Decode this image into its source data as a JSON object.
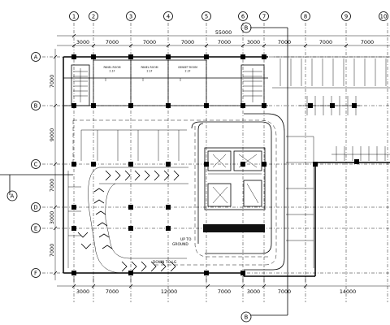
{
  "drawing": {
    "grid_top": [
      "1",
      "2",
      "3",
      "4",
      "5",
      "6",
      "7",
      "8",
      "9",
      "10"
    ],
    "grid_left": [
      "A",
      "B",
      "C",
      "D",
      "E",
      "F"
    ],
    "dim_top": [
      "3000",
      "7000",
      "7000",
      "7000",
      "7000",
      "3000",
      "7000",
      "7000",
      "7000"
    ],
    "dim_overall": "55000",
    "dim_bottom": [
      "3000",
      "7000",
      "12000",
      "7000",
      "3000",
      "7000",
      "14000"
    ],
    "dim_left": [
      "7000",
      "9000",
      "7000",
      "3000",
      "7000"
    ],
    "section_tags": {
      "a_left": "A",
      "b_top": "B",
      "b_bottom": "B"
    },
    "room_labels": [
      "PANEL ROOM",
      "PANEL ROOM",
      "GENSET ROOM"
    ],
    "room_sub": [
      "2.1F",
      "2.1F",
      "2.1F"
    ],
    "ramp_notes": {
      "up": "UP TO",
      "ground": "GROUND",
      "down": "DOWN TO LG"
    }
  }
}
